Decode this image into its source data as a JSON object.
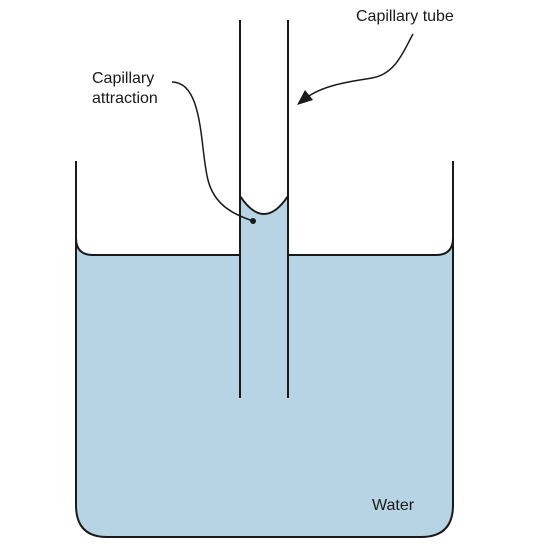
{
  "labels": {
    "capillary_tube": "Capillary tube",
    "capillary_attraction_line1": "Capillary",
    "capillary_attraction_line2": "attraction",
    "water": "Water"
  },
  "colors": {
    "water_fill": "#b7d4e4",
    "line": "#1a1a1a",
    "background": "#ffffff"
  }
}
